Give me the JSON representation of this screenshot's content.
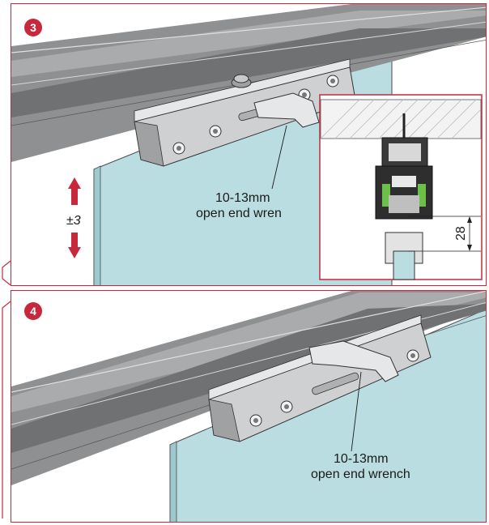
{
  "steps": [
    {
      "number": "3",
      "wrench_size": "10-13mm",
      "wrench_label": "open end wren",
      "adjustment": "±3",
      "dimension": "28"
    },
    {
      "number": "4",
      "wrench_size": "10-13mm",
      "wrench_label": "open end wrench"
    }
  ],
  "colors": {
    "accent": "#c8283c",
    "glass": "#b9dde0",
    "rail": "#8e9092",
    "arrow": "#c8283c"
  }
}
